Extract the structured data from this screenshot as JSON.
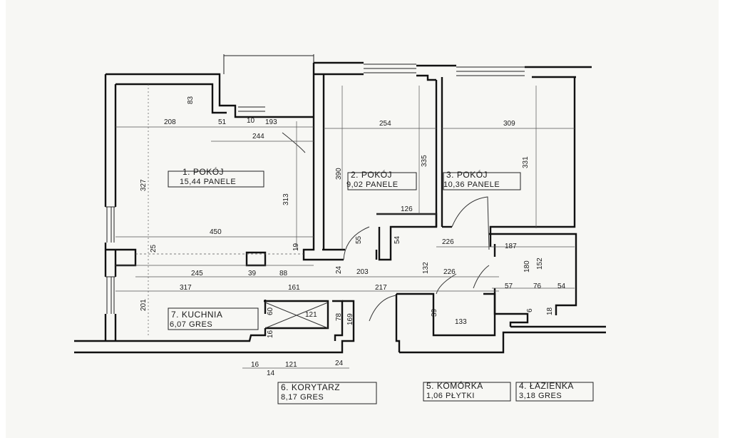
{
  "rooms": [
    {
      "id": "1",
      "num": "1.",
      "name": "POKÓJ",
      "area": "15,44",
      "finish": "PANELE"
    },
    {
      "id": "2",
      "num": "2.",
      "name": "POKÓJ",
      "area": "9,02",
      "finish": "PANELE"
    },
    {
      "id": "3",
      "num": "3.",
      "name": "POKÓJ",
      "area": "10,36",
      "finish": "PANELE"
    },
    {
      "id": "4",
      "num": "4.",
      "name": "ŁAZIENKA",
      "area": "3,18",
      "finish": "GRES"
    },
    {
      "id": "5",
      "num": "5.",
      "name": "KOMÓRKA",
      "area": "1,06",
      "finish": "PŁYTKI"
    },
    {
      "id": "6",
      "num": "6.",
      "name": "KORYTARZ",
      "area": "8,17",
      "finish": "GRES"
    },
    {
      "id": "7",
      "num": "7.",
      "name": "KUCHNIA",
      "area": "6,07",
      "finish": "GRES"
    }
  ],
  "dimensions": {
    "d208": "208",
    "d83": "83",
    "d51": "51",
    "d10": "10",
    "d193": "193",
    "d244": "244",
    "d254": "254",
    "d309": "309",
    "d327": "327",
    "d390": "390",
    "d335": "335",
    "d331": "331",
    "d313": "313",
    "d450": "450",
    "d126": "126",
    "d55": "55",
    "d54": "54",
    "d226a": "226",
    "d187": "187",
    "d25": "25",
    "d19": "19",
    "d245": "245",
    "d39a": "39",
    "d88": "88",
    "d24a": "24",
    "d203": "203",
    "d132": "132",
    "d226b": "226",
    "d180": "180",
    "d152": "152",
    "d317": "317",
    "d161": "161",
    "d217": "217",
    "d57": "57",
    "d76": "76",
    "d54b": "54",
    "d201": "201",
    "d60": "60",
    "d121a": "121",
    "d78": "78",
    "d169": "169",
    "d39b": "39",
    "d133": "133",
    "d16a": "16",
    "d6": "6",
    "d18": "18",
    "d16b": "16",
    "d14": "14",
    "d121b": "121",
    "d24b": "24"
  }
}
